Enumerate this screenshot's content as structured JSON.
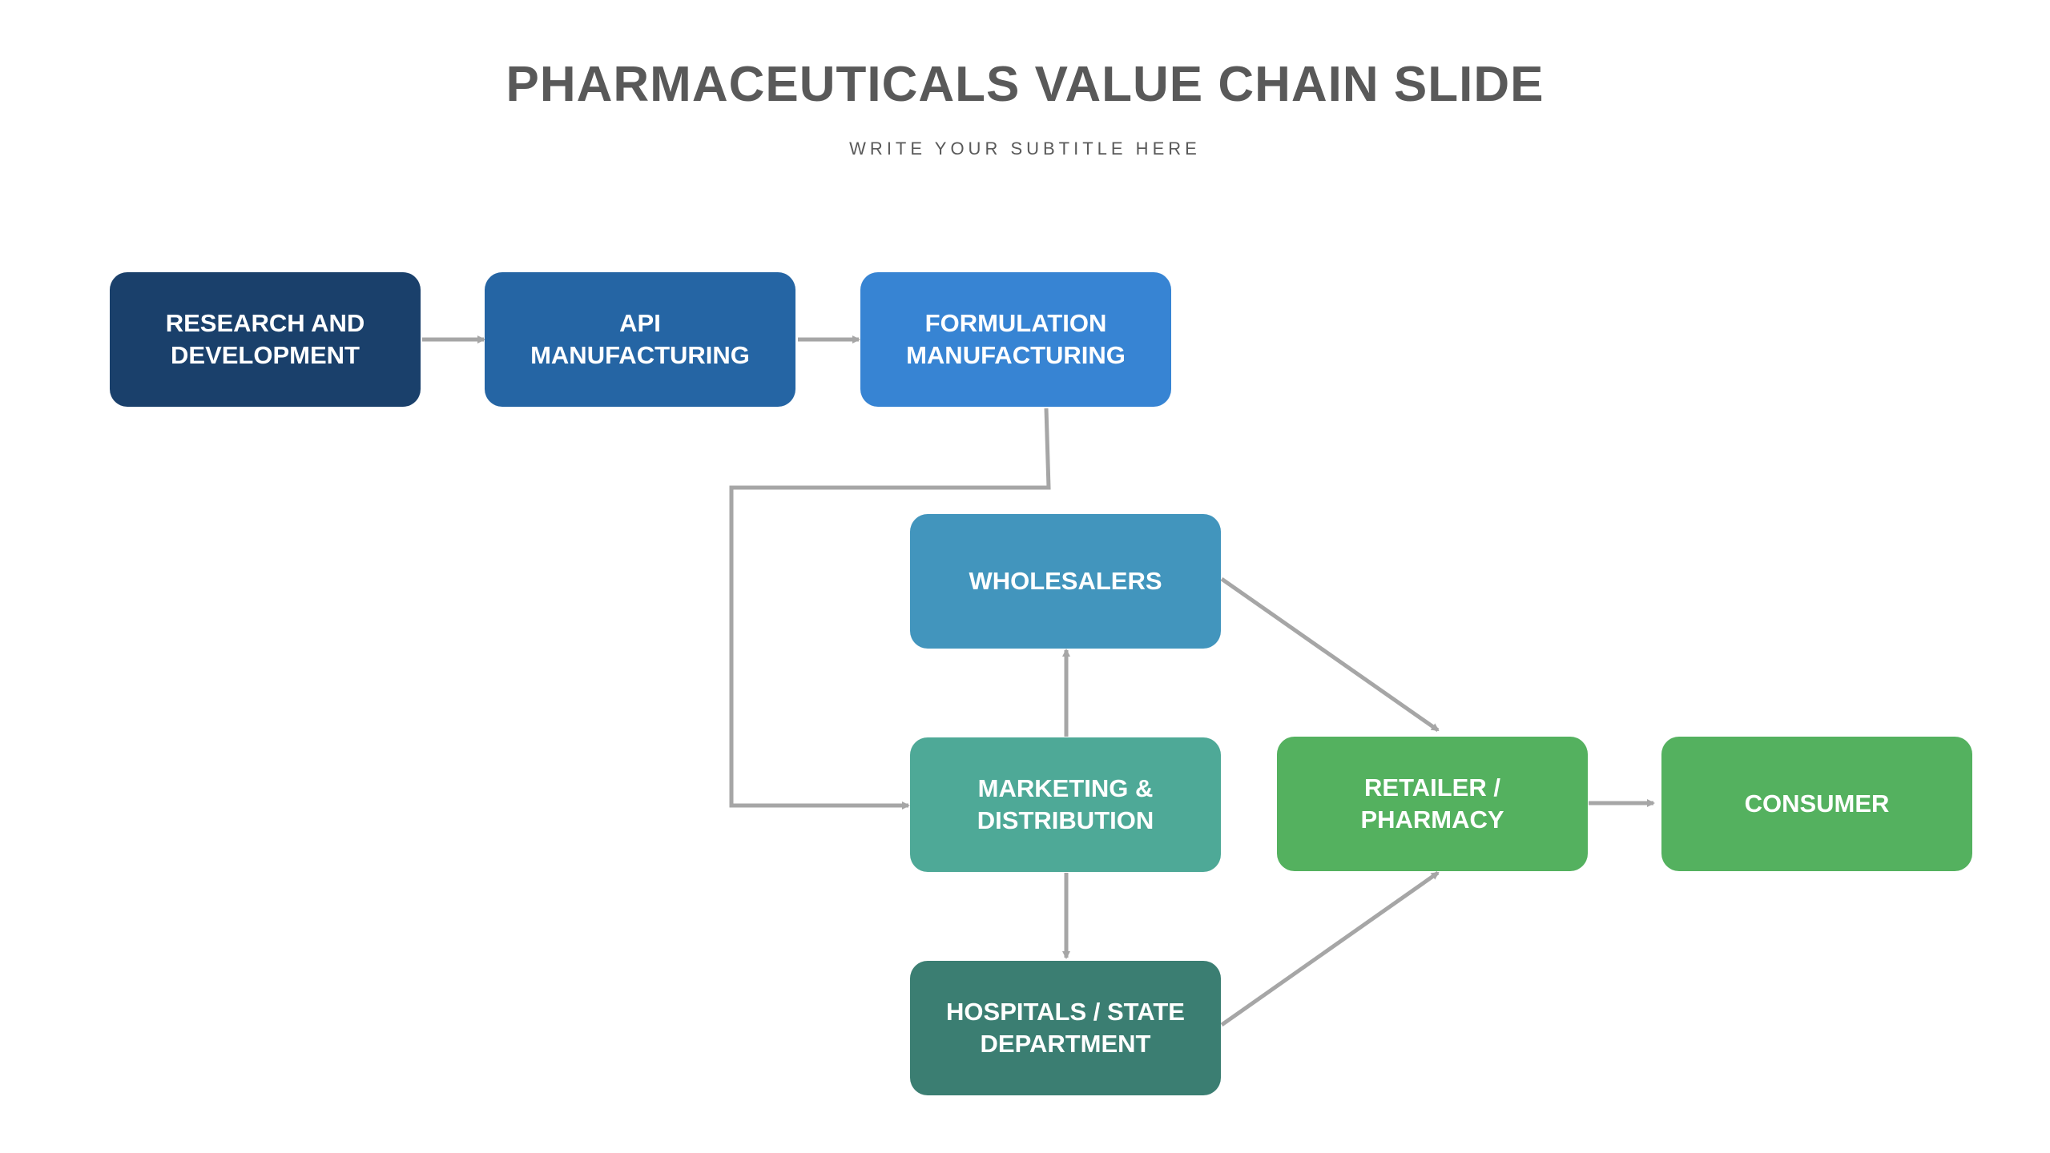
{
  "header": {
    "title": "PHARMACEUTICALS VALUE CHAIN SLIDE",
    "subtitle": "WRITE YOUR SUBTITLE HERE"
  },
  "nodes": {
    "research": {
      "label": "RESEARCH AND\nDEVELOPMENT",
      "color": "#1a406b"
    },
    "api": {
      "label": "API\nMANUFACTURING",
      "color": "#2565a4"
    },
    "formulation": {
      "label": "FORMULATION\nMANUFACTURING",
      "color": "#3784d3"
    },
    "wholesalers": {
      "label": "WHOLESALERS",
      "color": "#4295bd"
    },
    "marketing": {
      "label": "MARKETING &\nDISTRIBUTION",
      "color": "#4ea997"
    },
    "hospitals": {
      "label": "HOSPITALS / STATE\nDEPARTMENT",
      "color": "#3b7e72"
    },
    "retailer": {
      "label": "RETAILER /\nPHARMACY",
      "color": "#54b15f"
    },
    "consumer": {
      "label": "CONSUMER",
      "color": "#54b15f"
    }
  },
  "connector_color": "#a6a6a6"
}
